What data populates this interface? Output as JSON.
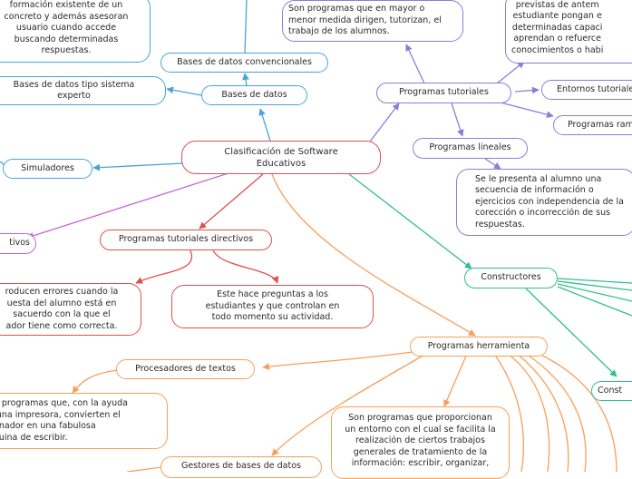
{
  "colors": {
    "blue": "#4aa3d8",
    "purple": "#8a7fd6",
    "teal": "#2fbf8a",
    "red": "#e0504e",
    "orange": "#f5a05a",
    "magenta": "#c265d8"
  },
  "root": "Clasificación de Software\nEducativos",
  "nodes": {
    "info_text": "formación existente de un\nconcreto y además asesoran\nusuario cuando accede\nbuscando determinadas\nrespuestas.",
    "bd_conv": "Bases de datos convencionales",
    "bd_experto": "Bases de datos tipo sistema\nexperto",
    "bd": "Bases de datos",
    "simuladores": "Simuladores",
    "directivos_partial": "tivos",
    "tut_dir": "Programas tutoriales directivos",
    "errores_text": "roducen errores cuando la\nuesta del alumno está en\nsacuerdo con la que el\nador tiene como correcta.",
    "preguntas_text": "Este hace preguntas a los\nestudiantes y que controlan en\ntodo momento su actividad.",
    "tut_desc": "Son programas que en mayor o\nmenor medida dirigen, tutorizan, el\ntrabajo de los alumnos.",
    "prevista_text": "previstas de antem\nestudiante pongan e\ndeterminadas capaci\naprendan o refuerce\nconocimientos o habi",
    "tutoriales": "Programas tutoriales",
    "entornos": "Entornos tutoriale",
    "ramificados": "Programas ram",
    "lineales": "Programas lineales",
    "lineal_text": "Se le presenta al alumno una\nsecuencia de información o\nejercicios con independencia de la\ncorección o incorrección de sus\nrespuestas.",
    "constructores": "Constructores",
    "const_partial": "Const",
    "herramienta": "Programas herramienta",
    "procesadores": "Procesadores de textos",
    "proc_text": "on programas que, con la ayuda\ne una impresora, convierten el\ndenador en una fabulosa\náquina de escribir.",
    "herr_text": "Son programas que proporcionan\nun entorno con el cual se facilita la\nrealización de ciertos trabajos\ngenerales de tratamiento de la\ninformación: escribir, organizar,",
    "gestores": "Gestores de bases de datos"
  }
}
